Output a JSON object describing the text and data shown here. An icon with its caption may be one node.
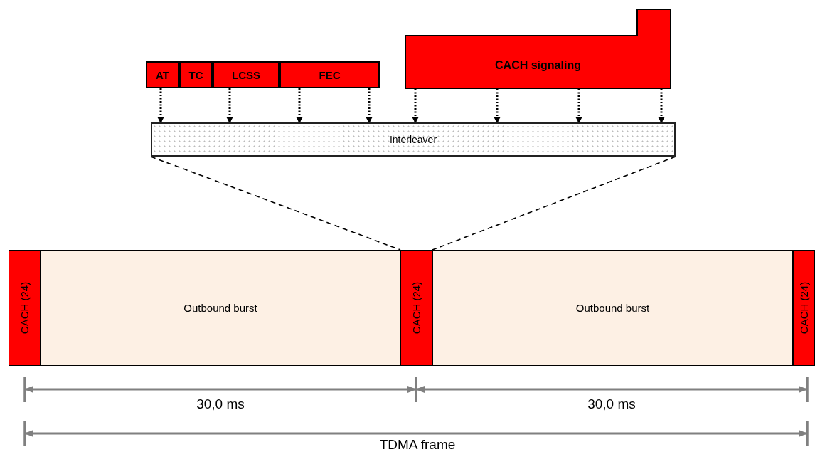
{
  "diagram": {
    "nodes": [
      {
        "text": [
          "AT"
        ]
      },
      {
        "text": [
          "TC"
        ]
      },
      {
        "text": [
          "LCSS"
        ]
      },
      {
        "text": [
          "FEC"
        ]
      },
      {
        "text": [
          "CACH signaling"
        ]
      },
      {
        "text": [
          "Interleaver"
        ]
      },
      {
        "text": [
          "CACH (24)"
        ]
      },
      {
        "text": [
          "Outbound burst"
        ]
      },
      {
        "text": [
          "CACH (24)"
        ]
      },
      {
        "text": [
          "Outbound burst"
        ]
      },
      {
        "text": [
          "CACH (24)"
        ]
      }
    ],
    "edges": [
      {
        "from": 0,
        "to": 5,
        "arrow": "to",
        "style": "dashed"
      },
      {
        "from": 2,
        "to": 5,
        "arrow": "to",
        "style": "dashed"
      },
      {
        "from": 3,
        "to": 5,
        "arrow": "to",
        "style": "dashed"
      },
      {
        "from": 3,
        "to": 5,
        "arrow": "to",
        "style": "dashed"
      },
      {
        "from": 4,
        "to": 5,
        "arrow": "to",
        "style": "dashed"
      },
      {
        "from": 4,
        "to": 5,
        "arrow": "to",
        "style": "dashed"
      },
      {
        "from": 4,
        "to": 5,
        "arrow": "to",
        "style": "dashed"
      },
      {
        "from": 4,
        "to": 5,
        "arrow": "to",
        "style": "dashed"
      },
      {
        "from": 5,
        "to": 8,
        "arrow": "none",
        "style": "dashed"
      },
      {
        "from": 5,
        "to": 8,
        "arrow": "none",
        "style": "dashed"
      }
    ],
    "labels": [
      "30,0 ms",
      "30,0 ms",
      "TDMA frame"
    ]
  }
}
